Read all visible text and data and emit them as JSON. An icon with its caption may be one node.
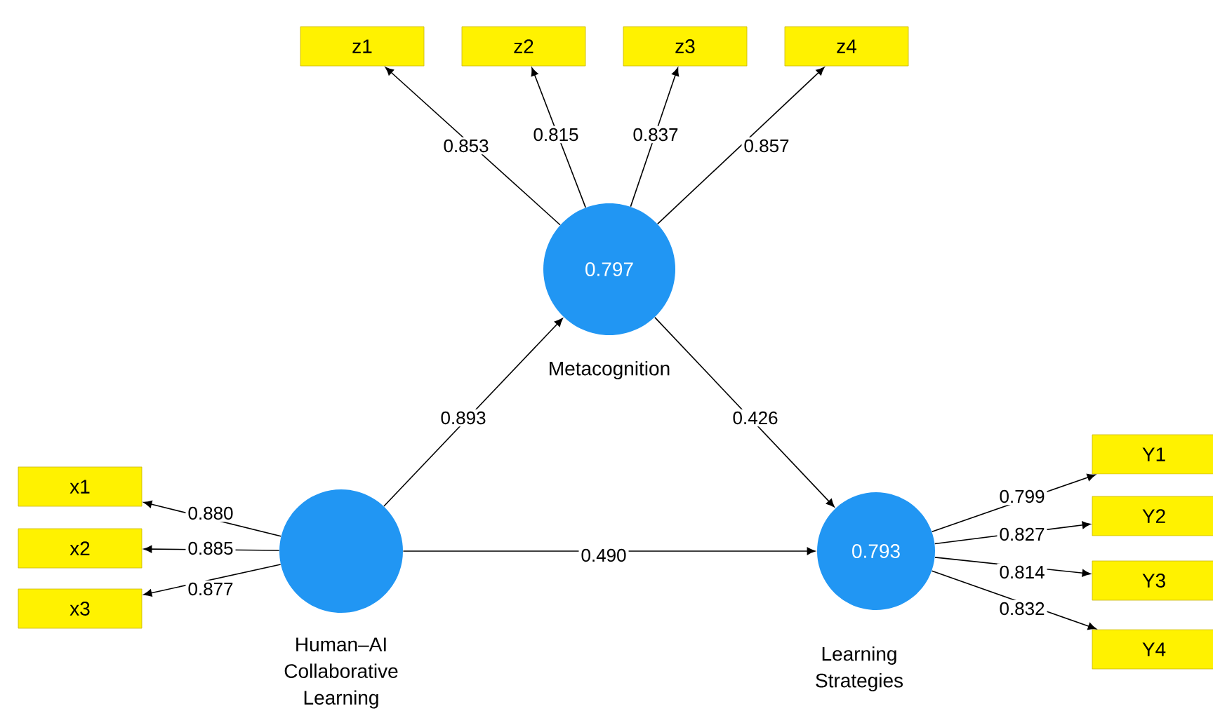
{
  "diagram": {
    "nodes": [
      {
        "text": [
          "0.797"
        ],
        "beside": [
          "Metacognition"
        ]
      },
      {
        "text": [],
        "shape": "circle",
        "beside": [
          "Human–AI Collaborative Learning"
        ]
      },
      {
        "text": [
          "0.793"
        ],
        "beside": [
          "Learning Strategies"
        ]
      },
      {
        "text": [
          "z1"
        ]
      },
      {
        "text": [
          "z2"
        ]
      },
      {
        "text": [
          "z3"
        ]
      },
      {
        "text": [
          "z4"
        ]
      },
      {
        "text": [
          "x1"
        ]
      },
      {
        "text": [
          "x2"
        ]
      },
      {
        "text": [
          "x3"
        ]
      },
      {
        "text": [
          "Y1"
        ]
      },
      {
        "text": [
          "Y2"
        ]
      },
      {
        "text": [
          "Y3"
        ]
      },
      {
        "text": [
          "Y4"
        ]
      }
    ],
    "edges": [
      {
        "from": 0,
        "to": 3,
        "arrow": "to",
        "label": "0.853"
      },
      {
        "from": 0,
        "to": 4,
        "arrow": "to",
        "label": "0.815"
      },
      {
        "from": 0,
        "to": 5,
        "arrow": "to",
        "label": "0.837"
      },
      {
        "from": 0,
        "to": 6,
        "arrow": "to",
        "label": "0.857"
      },
      {
        "from": 1,
        "to": 0,
        "arrow": "to",
        "label": "0.893"
      },
      {
        "from": 0,
        "to": 2,
        "arrow": "to",
        "label": "0.426"
      },
      {
        "from": 1,
        "to": 2,
        "arrow": "to",
        "label": "0.490"
      },
      {
        "from": 1,
        "to": 7,
        "arrow": "to",
        "label": "0.880"
      },
      {
        "from": 1,
        "to": 8,
        "arrow": "to",
        "label": "0.885"
      },
      {
        "from": 1,
        "to": 9,
        "arrow": "to",
        "label": "0.877"
      },
      {
        "from": 2,
        "to": 10,
        "arrow": "to",
        "label": "0.799"
      },
      {
        "from": 2,
        "to": 11,
        "arrow": "to",
        "label": "0.827"
      },
      {
        "from": 2,
        "to": 12,
        "arrow": "to",
        "label": "0.814"
      },
      {
        "from": 2,
        "to": 13,
        "arrow": "to",
        "label": "0.832"
      }
    ]
  }
}
